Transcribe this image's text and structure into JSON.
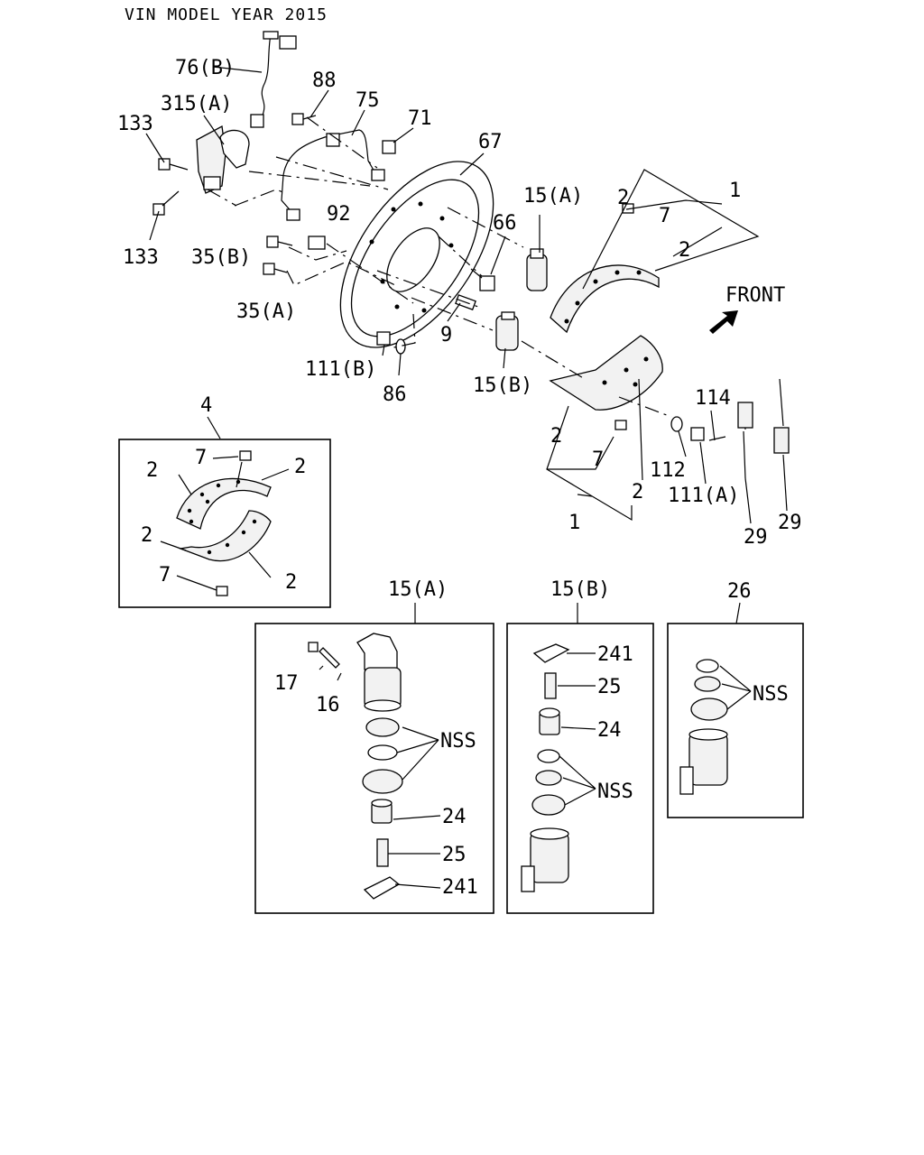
{
  "header": {
    "title": "VIN MODEL YEAR 2015"
  },
  "direction": {
    "text": "FRONT"
  },
  "callouts": {
    "c76b": "76(B)",
    "c315a": "315(A)",
    "c133a": "133",
    "c133b": "133",
    "c88": "88",
    "c75": "75",
    "c71": "71",
    "c67": "67",
    "c92": "92",
    "c35b": "35(B)",
    "c35a": "35(A)",
    "c66": "66",
    "c15a": "15(A)",
    "c9": "9",
    "c15b": "15(B)",
    "c111b": "111(B)",
    "c86": "86",
    "c2_top1": "2",
    "c7_top": "7",
    "c1_top": "1",
    "c2_top2": "2",
    "c2_low1": "2",
    "c7_low": "7",
    "c1_low": "1",
    "c2_low2": "2",
    "c114": "114",
    "c112": "112",
    "c111a": "111(A)",
    "c29a": "29",
    "c29b": "29"
  },
  "insets": {
    "kit4": {
      "number": "4",
      "labels": {
        "l7a": "7",
        "l2a": "2",
        "l2b": "2",
        "l2c": "2",
        "l7b": "7",
        "l2d": "2"
      }
    },
    "cyl15a": {
      "title": "15(A)",
      "labels": {
        "l17": "17",
        "l16": "16",
        "nss": "NSS",
        "l24": "24",
        "l25": "25",
        "l241": "241"
      }
    },
    "cyl15b": {
      "title": "15(B)",
      "labels": {
        "l241": "241",
        "l25": "25",
        "l24": "24",
        "nss": "NSS"
      }
    },
    "kit26": {
      "title": "26",
      "labels": {
        "nss": "NSS"
      }
    }
  }
}
